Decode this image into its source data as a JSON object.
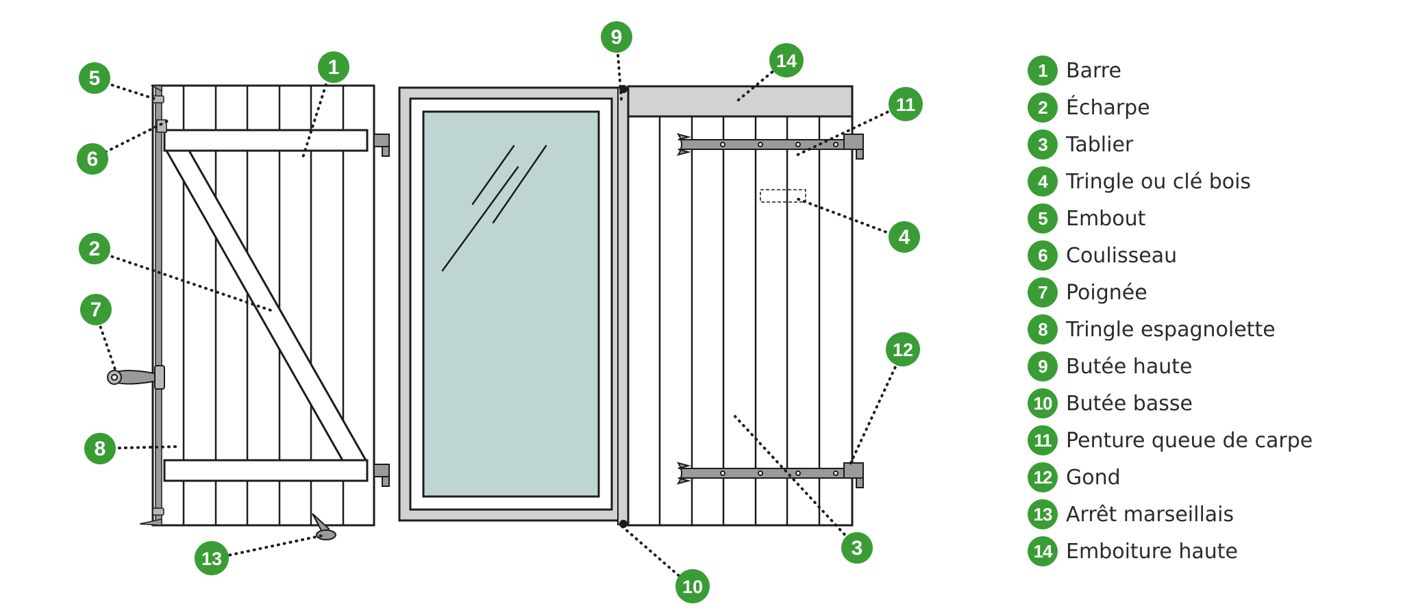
{
  "colors": {
    "badge": "#3a9c35",
    "glass": "#bfd5d3",
    "metal": "#9a9a9a",
    "frame": "#d2d2d2",
    "line": "#1c1c1c"
  },
  "callouts": [
    {
      "number": "1"
    },
    {
      "number": "2"
    },
    {
      "number": "3"
    },
    {
      "number": "4"
    },
    {
      "number": "5"
    },
    {
      "number": "6"
    },
    {
      "number": "7"
    },
    {
      "number": "8"
    },
    {
      "number": "9"
    },
    {
      "number": "10"
    },
    {
      "number": "11"
    },
    {
      "number": "12"
    },
    {
      "number": "13"
    },
    {
      "number": "14"
    }
  ],
  "legend": [
    {
      "number": "1",
      "label": "Barre"
    },
    {
      "number": "2",
      "label": "Écharpe"
    },
    {
      "number": "3",
      "label": "Tablier"
    },
    {
      "number": "4",
      "label": "Tringle ou clé bois"
    },
    {
      "number": "5",
      "label": "Embout"
    },
    {
      "number": "6",
      "label": "Coulisseau"
    },
    {
      "number": "7",
      "label": "Poignée"
    },
    {
      "number": "8",
      "label": "Tringle espagnolette"
    },
    {
      "number": "9",
      "label": "Butée haute"
    },
    {
      "number": "10",
      "label": "Butée basse"
    },
    {
      "number": "11",
      "label": "Penture queue de carpe"
    },
    {
      "number": "12",
      "label": "Gond"
    },
    {
      "number": "13",
      "label": "Arrêt marseillais"
    },
    {
      "number": "14",
      "label": "Emboiture haute"
    }
  ]
}
